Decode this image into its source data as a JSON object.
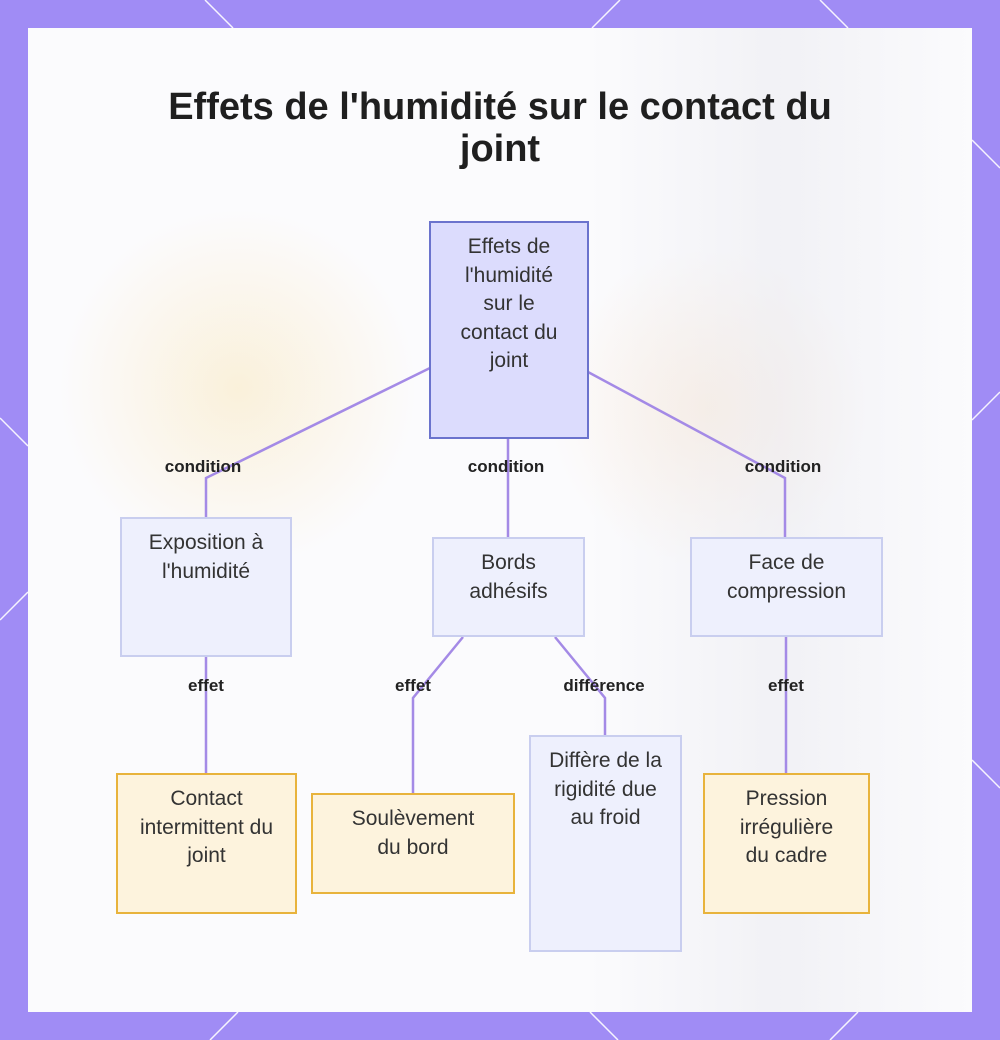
{
  "title": "Effets de l'humidité sur le contact du joint",
  "nodes": {
    "root": "Effets de l'humidité sur le contact du joint",
    "exposition": "Exposition à l'humidité",
    "bords": "Bords adhésifs",
    "face": "Face de compression",
    "contact": "Contact intermittent du joint",
    "soulevement": "Soulèvement du bord",
    "differe": "Diffère de la rigidité due au froid",
    "pression": "Pression irrégulière du cadre"
  },
  "edge_labels": {
    "condition_left": "condition",
    "condition_middle": "condition",
    "condition_right": "condition",
    "effet_exposition": "effet",
    "effet_bords": "effet",
    "difference_bords": "différence",
    "effet_face": "effet"
  },
  "colors": {
    "frame": "#a08cf5",
    "edge": "#a48ae6",
    "root_fill": "#dcdcfd",
    "root_border": "#6b73cd",
    "condition_fill": "#eef0fd",
    "effect_fill": "#fdf3dd",
    "effect_border": "#e8b33c"
  }
}
